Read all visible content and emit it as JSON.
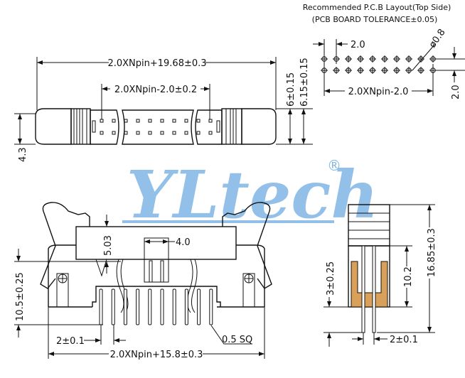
{
  "logo": {
    "text": "YLtech",
    "registered": "®",
    "color": "#7fb6e4"
  },
  "pcb_layout": {
    "title": "Recommended P.C.B Layout(Top Side)",
    "tolerance": "(PCB BOARD TOLERANCE±0.05)",
    "pitch": "2.0",
    "hole_diameter": "ø0.8",
    "row_span": "2.0XNpin-2.0",
    "row_pitch": "2.0"
  },
  "top_view": {
    "overall_length": "2.0XNpin+19.68±0.3",
    "pin_span": "2.0XNpin-2.0±0.2",
    "width_inner": "6±0.15",
    "width_outer": "6.15±0.15",
    "offset": "4.3"
  },
  "front_view": {
    "height": "10.5±0.25",
    "latch_height": "5.03",
    "key_width": "4.0",
    "pin_pitch": "2±0.1",
    "pin_size": "0.5 SQ",
    "overall_length": "2.0XNpin+15.8±0.3"
  },
  "side_view": {
    "total_height": "16.85±0.3",
    "body_height": "10.2",
    "pin_length": "3±0.25",
    "row_pitch": "2±0.1"
  }
}
